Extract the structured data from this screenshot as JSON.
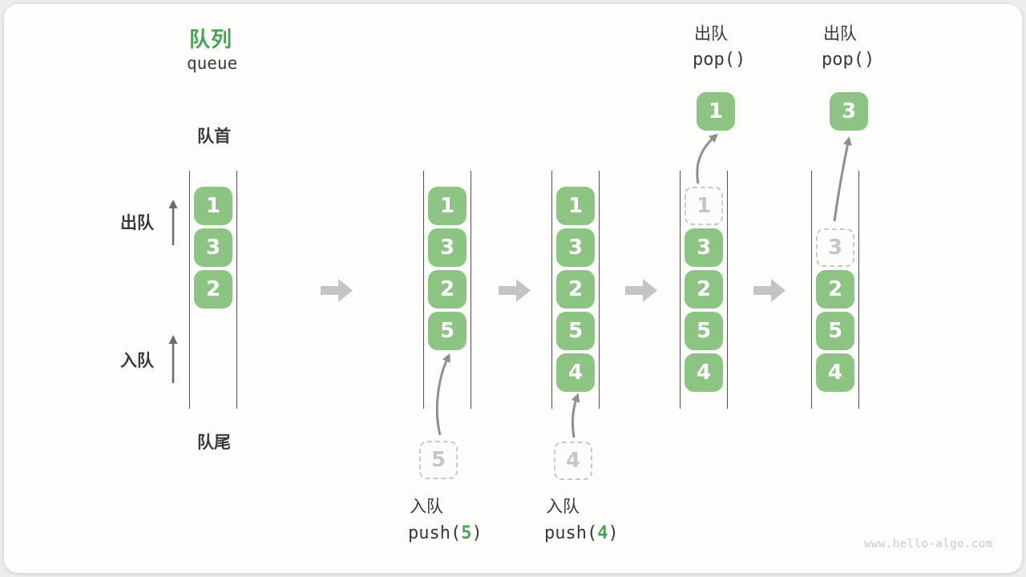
{
  "title": {
    "zh": "队列",
    "en": "queue"
  },
  "labels": {
    "front": "队首",
    "rear": "队尾",
    "dequeue": "出队",
    "enqueue": "入队"
  },
  "queue_states": [
    {
      "cells": [
        {
          "value": "1",
          "slot": 1,
          "style": "solid"
        },
        {
          "value": "3",
          "slot": 2,
          "style": "solid"
        },
        {
          "value": "2",
          "slot": 3,
          "style": "solid"
        }
      ]
    },
    {
      "cells": [
        {
          "value": "1",
          "slot": 1,
          "style": "solid"
        },
        {
          "value": "3",
          "slot": 2,
          "style": "solid"
        },
        {
          "value": "2",
          "slot": 3,
          "style": "solid"
        },
        {
          "value": "5",
          "slot": 4,
          "style": "solid"
        }
      ]
    },
    {
      "cells": [
        {
          "value": "1",
          "slot": 1,
          "style": "solid"
        },
        {
          "value": "3",
          "slot": 2,
          "style": "solid"
        },
        {
          "value": "2",
          "slot": 3,
          "style": "solid"
        },
        {
          "value": "5",
          "slot": 4,
          "style": "solid"
        },
        {
          "value": "4",
          "slot": 5,
          "style": "solid"
        }
      ]
    },
    {
      "cells": [
        {
          "value": "1",
          "slot": 1,
          "style": "dashed"
        },
        {
          "value": "3",
          "slot": 2,
          "style": "solid"
        },
        {
          "value": "2",
          "slot": 3,
          "style": "solid"
        },
        {
          "value": "5",
          "slot": 4,
          "style": "solid"
        },
        {
          "value": "4",
          "slot": 5,
          "style": "solid"
        }
      ]
    },
    {
      "cells": [
        {
          "value": "3",
          "slot": 2,
          "style": "dashed"
        },
        {
          "value": "2",
          "slot": 3,
          "style": "solid"
        },
        {
          "value": "5",
          "slot": 4,
          "style": "solid"
        },
        {
          "value": "4",
          "slot": 5,
          "style": "solid"
        }
      ]
    }
  ],
  "ops": {
    "push5": {
      "label": "入队",
      "code_prefix": "push(",
      "arg": "5",
      "code_suffix": ")",
      "staged": "5"
    },
    "push4": {
      "label": "入队",
      "code_prefix": "push(",
      "arg": "4",
      "code_suffix": ")",
      "staged": "4"
    },
    "pop1": {
      "label": "出队",
      "code": "pop()",
      "result": "1"
    },
    "pop2": {
      "label": "出队",
      "code": "pop()",
      "result": "3"
    }
  },
  "watermark": "www.hello-algo.com",
  "colors": {
    "cell_green": "#8dc484",
    "title_green": "#4aa153",
    "step_arrow_gray": "#c4c4c4",
    "thin_arrow_gray": "#8f8f8f",
    "side_arrow_gray": "#6b6b6b",
    "dashed_border": "#c9c9c9",
    "text_dark": "#3a3a3a",
    "wall_line": "#4e4e4e",
    "watermark_gray": "#c9c9c9"
  }
}
